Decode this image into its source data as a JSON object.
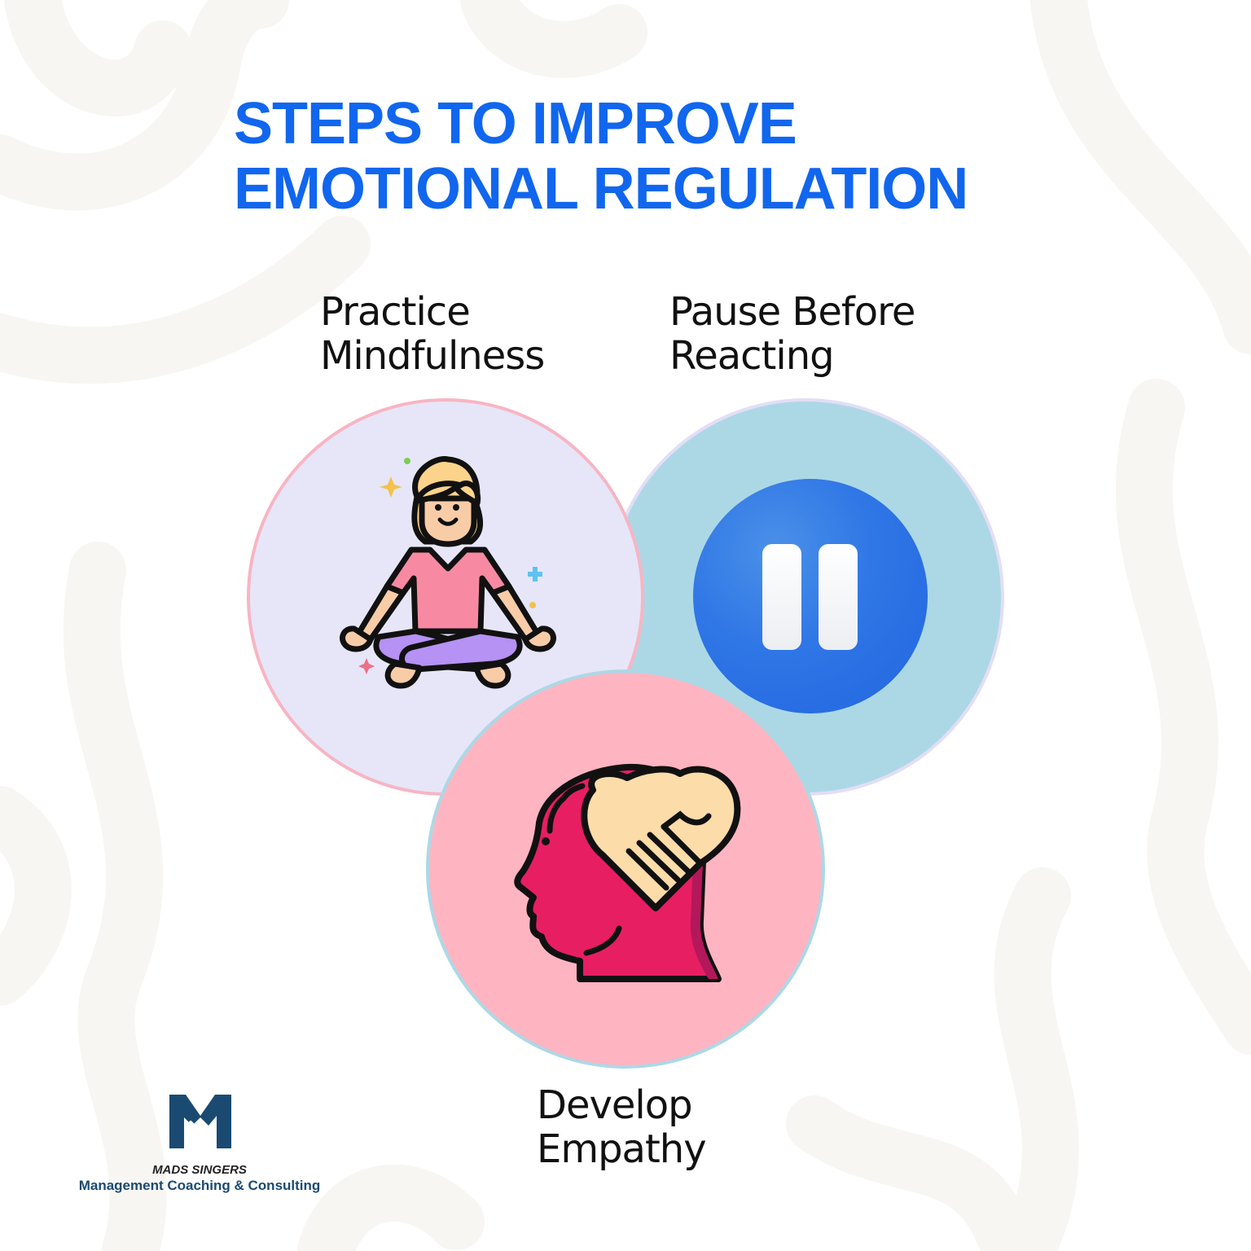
{
  "title": {
    "line1": "STEPS TO IMPROVE",
    "line2": "EMOTIONAL REGULATION",
    "color": "#1166EE"
  },
  "steps": [
    {
      "label_line1": "Practice",
      "label_line2": "Mindfulness",
      "icon": "meditating-person-icon",
      "circle_fill": "#E6E6F8",
      "circle_border": "#F7B5C3"
    },
    {
      "label_line1": "Pause Before",
      "label_line2": "Reacting",
      "icon": "pause-icon",
      "circle_fill": "#ACD8E6",
      "circle_border": "#E2DEF5",
      "icon_color": "#2F76E6"
    },
    {
      "label_line1": "Develop",
      "label_line2": "Empathy",
      "icon": "head-handshake-heart-icon",
      "circle_fill": "#FFB5C1",
      "circle_border": "#ACD8E6",
      "icon_color": "#E91E63"
    }
  ],
  "logo": {
    "mark": "M",
    "name": "MADS SINGERS",
    "tagline": "Management Coaching & Consulting",
    "color": "#1A4A72"
  }
}
